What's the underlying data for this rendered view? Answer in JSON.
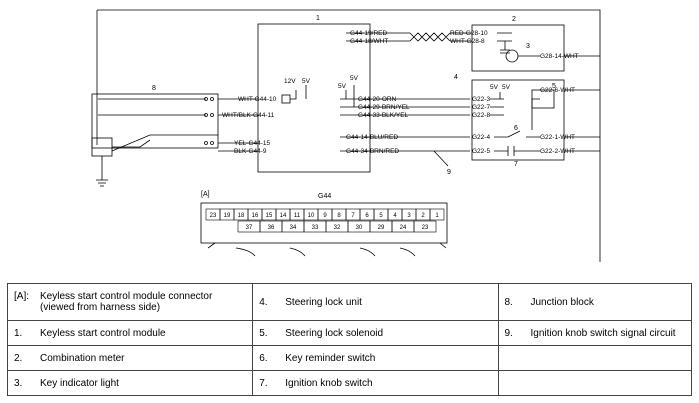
{
  "diagram": {
    "callouts": {
      "module": "1",
      "meter": "2",
      "light": "3",
      "lock_unit": "4",
      "solenoid": "5",
      "reminder": "6",
      "ignition": "7",
      "junction": "8",
      "signal": "9"
    },
    "module_wires": [
      "G44-19/RED",
      "G44-18/WHT",
      "WHT-G44-10",
      "WHT/BLK-G44-11",
      "G44-20-ORN",
      "G44-29-BRN/YEL",
      "G44-33-BLK/YEL",
      "G44-14-BLU/RED",
      "G44-34-BRN/RED",
      "YEL-G44-15",
      "BLK-G44-9"
    ],
    "meter_wires": [
      "RED-G28-10",
      "WHT-G28-8",
      "G28-14-WHT"
    ],
    "lock_wires": [
      "G22-3",
      "G22-7",
      "G22-8",
      "G22-6-WHT",
      "G22-4",
      "G22-1-WHT",
      "G22-5",
      "G22-2-WHT"
    ],
    "voltages": {
      "v12": "12V",
      "v5": "5V"
    },
    "connector_label": "[A]",
    "connector_name": "G44",
    "pins_top": [
      "23",
      "19",
      "18",
      "16",
      "15",
      "14",
      "11",
      "10",
      "9",
      "8",
      "7",
      "6",
      "5",
      "4",
      "3",
      "2",
      "1"
    ],
    "pins_bottom": [
      "37",
      "36",
      "34",
      "33",
      "32",
      "30",
      "29",
      "24",
      "23"
    ]
  },
  "legend": [
    [
      {
        "key": "[A]:",
        "value": "Keyless start control module connector (viewed from harness side)"
      },
      {
        "key": "4.",
        "value": "Steering lock unit"
      },
      {
        "key": "8.",
        "value": "Junction block"
      }
    ],
    [
      {
        "key": "1.",
        "value": "Keyless start control module"
      },
      {
        "key": "5.",
        "value": "Steering lock solenoid"
      },
      {
        "key": "9.",
        "value": "Ignition knob switch signal circuit"
      }
    ],
    [
      {
        "key": "2.",
        "value": "Combination meter"
      },
      {
        "key": "6.",
        "value": "Key reminder switch"
      },
      {
        "key": "",
        "value": ""
      }
    ],
    [
      {
        "key": "3.",
        "value": "Key indicator light"
      },
      {
        "key": "7.",
        "value": "Ignition knob switch"
      },
      {
        "key": "",
        "value": ""
      }
    ]
  ]
}
